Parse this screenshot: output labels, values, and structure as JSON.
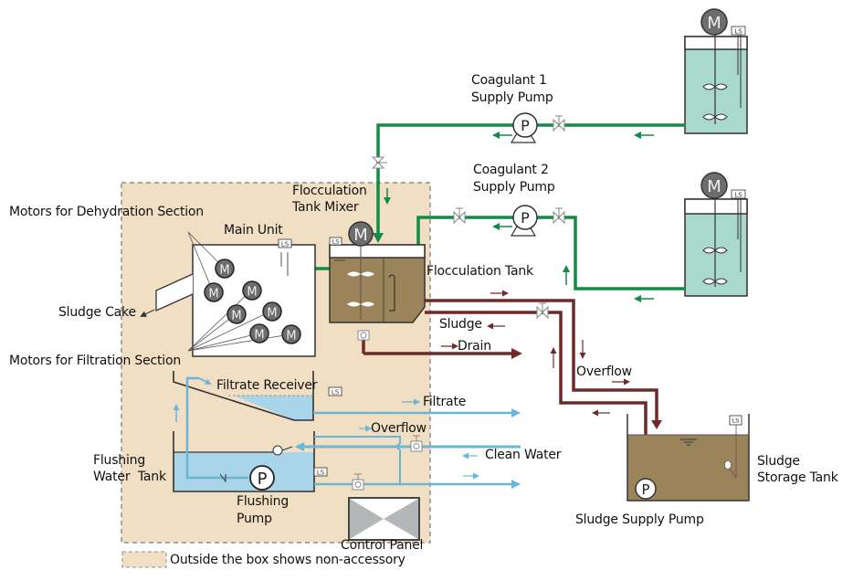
{
  "diagram": {
    "title": "Sludge dewatering system flow diagram",
    "colors": {
      "chemical_line": "#138a45",
      "sludge_line": "#6e2a2a",
      "water_line": "#6ab6d8",
      "accessory_box_fill": "#f1dfc4",
      "sludge_fill": "#9c845a",
      "coagulant_fill": "#a9d9cd",
      "water_fill": "#a8d5ea",
      "motor_fill": "#6d6d6d"
    },
    "labels": {
      "coagulant1_pump": [
        "Coagulant 1",
        "Supply Pump"
      ],
      "coagulant2_pump": [
        "Coagulant 2",
        "Supply Pump"
      ],
      "flocculation_mixer": [
        "Flocculation",
        "Tank Mixer"
      ],
      "motors_dehydration": "Motors for Dehydration Section",
      "main_unit": "Main Unit",
      "flocculation_tank": "Flocculation Tank",
      "sludge_cake": "Sludge Cake",
      "sludge": "Sludge",
      "drain": "Drain",
      "motors_filtration": "Motors for Filtration Section",
      "overflow_sludge": "Overflow",
      "filtrate_receiver": "Filtrate Receiver",
      "filtrate": "Filtrate",
      "overflow_water": "Overflow",
      "clean_water": "Clean Water",
      "flushing_tank": [
        "Flushing",
        "Water  Tank"
      ],
      "flushing_pump": [
        "Flushing",
        "Pump"
      ],
      "sludge_storage_tank": [
        "Sludge",
        "Storage Tank"
      ],
      "sludge_supply_pump": "Sludge Supply Pump",
      "control_panel": "Control Panel",
      "legend": "Outside the box shows non-accessory"
    },
    "symbols": {
      "motor": "M",
      "pump": "P",
      "level_switch": "LS"
    }
  }
}
